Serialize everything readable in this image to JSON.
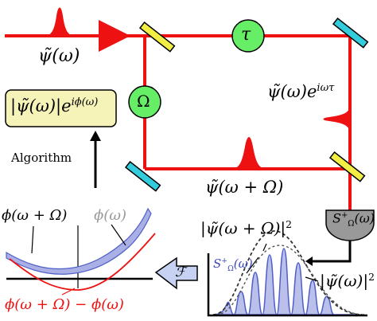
{
  "labels": {
    "input_field": "ψ̃(ω)",
    "tau_symbol": "τ",
    "omega_symbol": "Ω",
    "delayed_field_main": "ψ̃(ω)e",
    "delayed_field_exp": "iωτ",
    "shifted_field": "ψ̃(ω + Ω)",
    "reconstructed_main": "|ψ̃(ω)|e",
    "reconstructed_exp": "iϕ(ω)",
    "algorithm": "Algorithm",
    "detector_main": "S",
    "detector_sup": "+",
    "detector_sub": "Ω",
    "detector_arg": "(ω)",
    "spectrum_envelope_main": "|ψ̃(ω + Ω)|",
    "spectrum_envelope_exp": "2",
    "spectrum_signal_main": "S",
    "spectrum_signal_sup": "+",
    "spectrum_signal_sub": "Ω",
    "spectrum_signal_arg": "(ω)",
    "spectrum_abs_main": "|ψ̃(ω)|",
    "spectrum_abs_exp": "2",
    "phase_shifted": "ϕ(ω + Ω)",
    "phase": "ϕ(ω)",
    "phase_difference": "ϕ(ω + Ω) − ϕ(ω)",
    "fourier_symbol": "ℱ"
  },
  "colors": {
    "beam": "#ee1111",
    "pulse_fill": "#ee1111",
    "node_green": "#66ee66",
    "mirror_yellow": "#f2ee44",
    "mirror_cyan": "#33ccdd",
    "box_yellow": "#f6f3b8",
    "band_blue": "#aab0e6",
    "signal_blue": "#5060c8",
    "detector_gray": "#999999",
    "arrow_lightblue": "#c7d2f2"
  }
}
